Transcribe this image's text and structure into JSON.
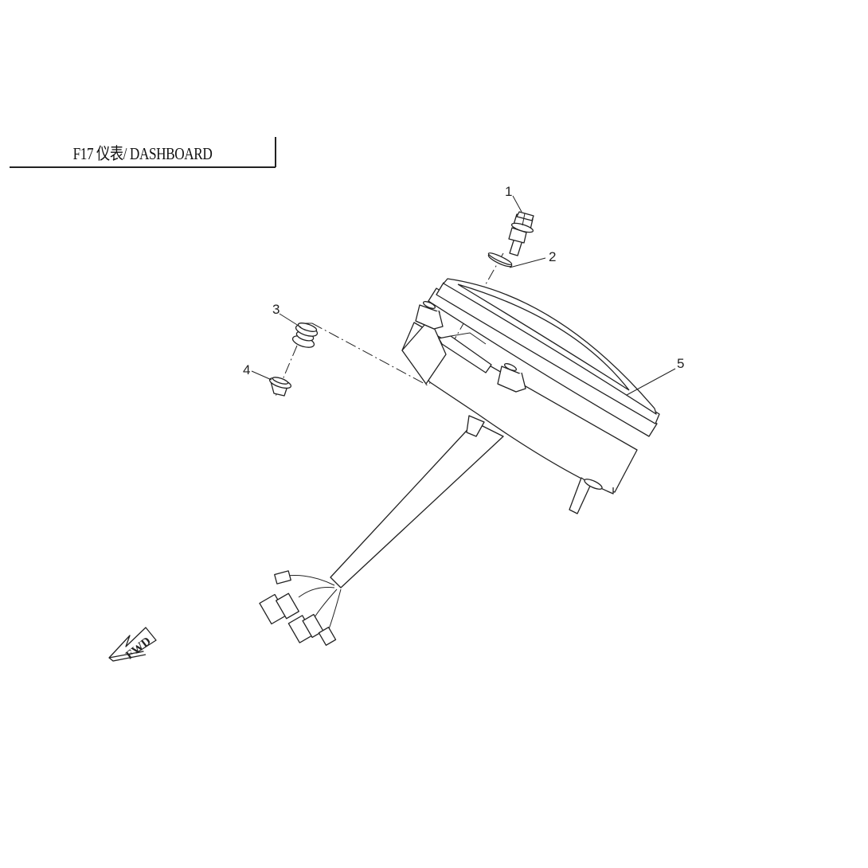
{
  "header": {
    "title": "F17 仪表/ DASHBOARD"
  },
  "callouts": [
    {
      "number": "1",
      "part": "bolt"
    },
    {
      "number": "2",
      "part": "washer"
    },
    {
      "number": "3",
      "part": "rubber-grommet"
    },
    {
      "number": "4",
      "part": "collar-nut"
    },
    {
      "number": "5",
      "part": "dashboard-assembly"
    }
  ],
  "direction_indicator": {
    "label": "FWD",
    "icon": "forward-arrow-icon"
  },
  "colors": {
    "line": "#222222",
    "background": "#ffffff"
  }
}
